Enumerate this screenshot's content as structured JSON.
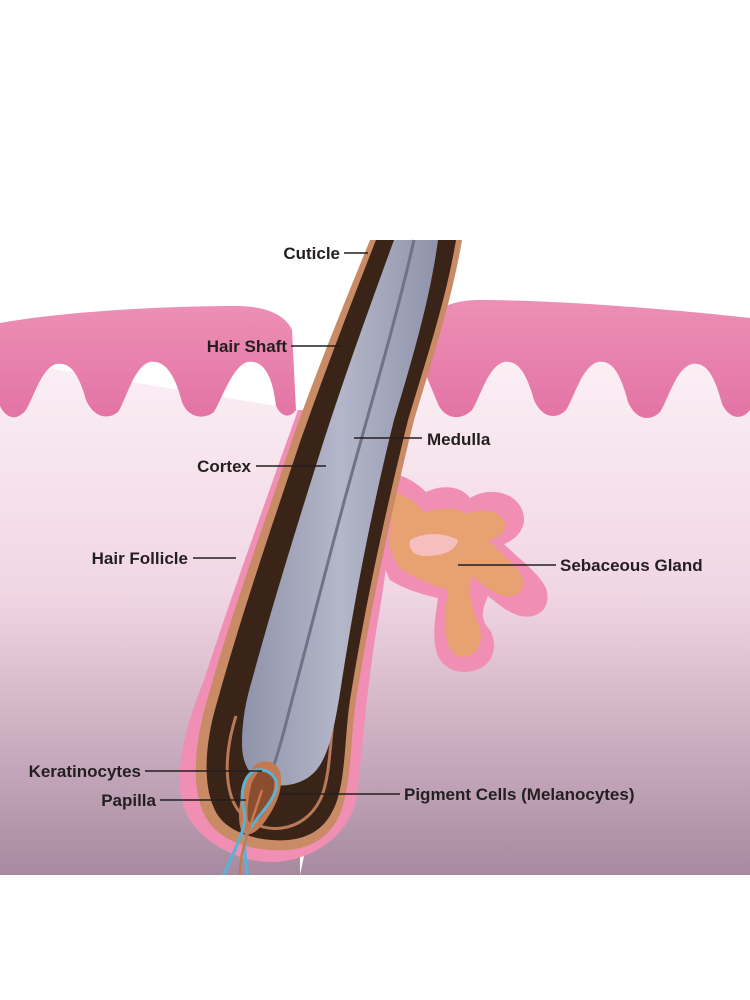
{
  "diagram": {
    "labels": {
      "cuticle": "Cuticle",
      "hair_shaft": "Hair Shaft",
      "medulla": "Medulla",
      "cortex": "Cortex",
      "hair_follicle": "Hair Follicle",
      "sebaceous_gland": "Sebaceous Gland",
      "keratinocytes": "Keratinocytes",
      "papilla": "Papilla",
      "pigment_cells": "Pigment Cells (Melanocytes)"
    },
    "colors": {
      "epidermis": "#e57aa8",
      "dermis_top": "#f7e2ec",
      "dermis_bottom": "#a9899f",
      "follicle_sheath": "#f08fb3",
      "cuticle": "#c98a66",
      "cortex": "#3a2418",
      "medulla": "#a6a9bd",
      "sebaceous": "#e8a170",
      "blood_vessel": "#59b3d9",
      "nerve": "#c47a4e",
      "label_text": "#231f20"
    }
  }
}
